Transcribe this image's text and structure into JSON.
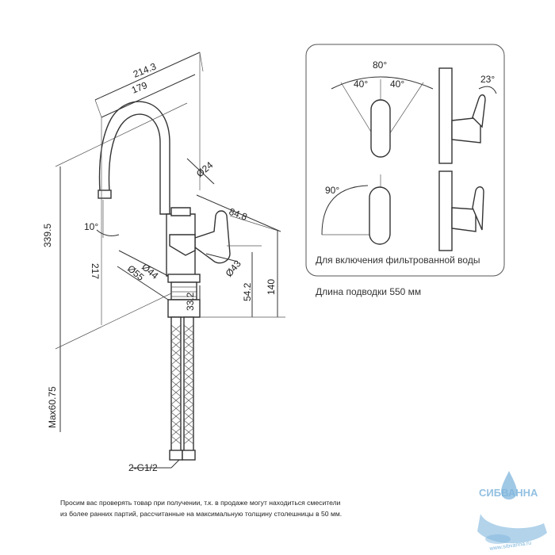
{
  "dimensions": {
    "width_total": "214.3",
    "width_spout": "179",
    "diameter_spout": "Ø24",
    "handle_reach": "84.8",
    "angle_outlet": "10°",
    "height_outlet": "217",
    "height_total": "339.5",
    "diameter_thread": "Ø44",
    "diameter_base": "Ø55",
    "diameter_body": "Ø43",
    "height_33": "33.2",
    "height_54": "54.2",
    "height_140": "140",
    "max_counter": "Max60.75",
    "hose_connector": "2-G1/2"
  },
  "detail": {
    "angle_80": "80°",
    "angle_40_left": "40°",
    "angle_40_right": "40°",
    "angle_23": "23°",
    "angle_90": "90°",
    "caption": "Для включения фильтрованной воды"
  },
  "hose_length": "Длина подводки 550 мм",
  "footer": {
    "line1": "Просим вас проверять товар при получении, т.к. в продаже могут находиться смесители",
    "line2": "из более ранних партий, рассчитанные на максимальную толщину столешницы в 50 мм."
  },
  "watermark": {
    "brand": "СИБВАННА",
    "site": "www.sibvanna.ru",
    "color": "#7fb6dc"
  }
}
